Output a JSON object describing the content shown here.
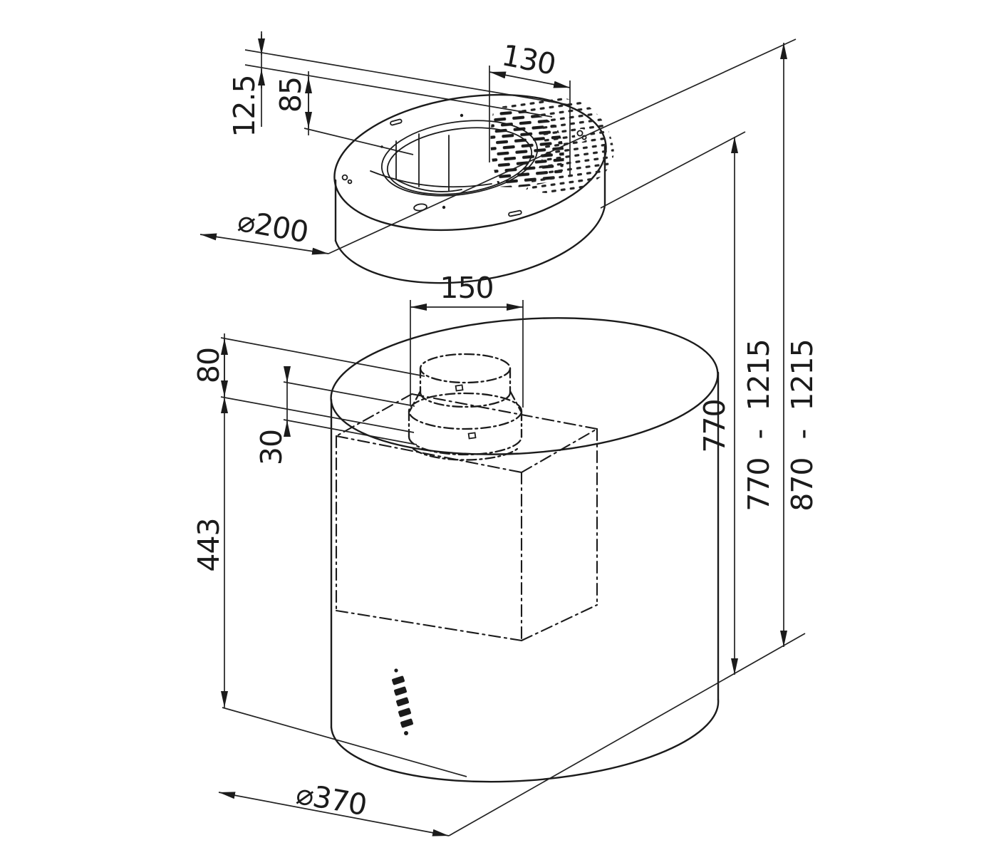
{
  "dims": {
    "top_duct_width": "130",
    "flange_thickness": "12.5",
    "chimney_section_height": "85",
    "chimney_diameter": "⌀200",
    "outlet_collar_width": "150",
    "collar_height": "80",
    "collar_ring_height": "30",
    "lower_body_height": "443",
    "body_height": "770",
    "total_height_range_1": "770 - 1215",
    "total_height_range_2": "870 - 1215",
    "body_diameter": "⌀370"
  }
}
